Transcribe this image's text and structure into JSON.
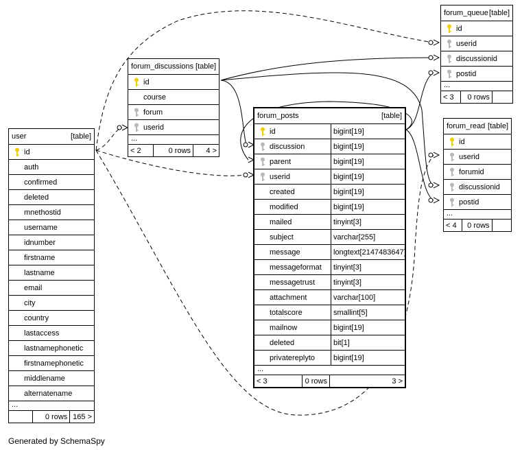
{
  "credit": "Generated by SchemaSpy",
  "tag": "[table]",
  "ellipsis": "...",
  "colors": {
    "primary_key": "#f0d000",
    "foreign_key": "#b8b8b8",
    "line": "#000000"
  },
  "tables": {
    "user": {
      "name": "user",
      "columns": [
        {
          "name": "id",
          "key": "pk"
        },
        {
          "name": "auth",
          "key": ""
        },
        {
          "name": "confirmed",
          "key": ""
        },
        {
          "name": "deleted",
          "key": ""
        },
        {
          "name": "mnethostid",
          "key": ""
        },
        {
          "name": "username",
          "key": ""
        },
        {
          "name": "idnumber",
          "key": ""
        },
        {
          "name": "firstname",
          "key": ""
        },
        {
          "name": "lastname",
          "key": ""
        },
        {
          "name": "email",
          "key": ""
        },
        {
          "name": "city",
          "key": ""
        },
        {
          "name": "country",
          "key": ""
        },
        {
          "name": "lastaccess",
          "key": ""
        },
        {
          "name": "lastnamephonetic",
          "key": ""
        },
        {
          "name": "firstnamephonetic",
          "key": ""
        },
        {
          "name": "middlename",
          "key": ""
        },
        {
          "name": "alternatename",
          "key": ""
        }
      ],
      "footer": [
        "",
        "0 rows",
        "165 >"
      ]
    },
    "forum_discussions": {
      "name": "forum_discussions",
      "columns": [
        {
          "name": "id",
          "key": "pk"
        },
        {
          "name": "course",
          "key": ""
        },
        {
          "name": "forum",
          "key": "fk"
        },
        {
          "name": "userid",
          "key": "fk"
        }
      ],
      "footer": [
        "< 2",
        "0 rows",
        "4 >"
      ]
    },
    "forum_posts": {
      "name": "forum_posts",
      "columns": [
        {
          "name": "id",
          "type": "bigint[19]",
          "key": "pk"
        },
        {
          "name": "discussion",
          "type": "bigint[19]",
          "key": "fk"
        },
        {
          "name": "parent",
          "type": "bigint[19]",
          "key": "fk"
        },
        {
          "name": "userid",
          "type": "bigint[19]",
          "key": "fk"
        },
        {
          "name": "created",
          "type": "bigint[19]",
          "key": ""
        },
        {
          "name": "modified",
          "type": "bigint[19]",
          "key": ""
        },
        {
          "name": "mailed",
          "type": "tinyint[3]",
          "key": ""
        },
        {
          "name": "subject",
          "type": "varchar[255]",
          "key": ""
        },
        {
          "name": "message",
          "type": "longtext[2147483647]",
          "key": ""
        },
        {
          "name": "messageformat",
          "type": "tinyint[3]",
          "key": ""
        },
        {
          "name": "messagetrust",
          "type": "tinyint[3]",
          "key": ""
        },
        {
          "name": "attachment",
          "type": "varchar[100]",
          "key": ""
        },
        {
          "name": "totalscore",
          "type": "smallint[5]",
          "key": ""
        },
        {
          "name": "mailnow",
          "type": "bigint[19]",
          "key": ""
        },
        {
          "name": "deleted",
          "type": "bit[1]",
          "key": ""
        },
        {
          "name": "privatereplyto",
          "type": "bigint[19]",
          "key": ""
        }
      ],
      "footer": [
        "< 3",
        "0 rows",
        "3 >"
      ]
    },
    "forum_queue": {
      "name": "forum_queue",
      "columns": [
        {
          "name": "id",
          "key": "pk"
        },
        {
          "name": "userid",
          "key": "fk"
        },
        {
          "name": "discussionid",
          "key": "fk"
        },
        {
          "name": "postid",
          "key": "fk"
        }
      ],
      "footer": [
        "< 3",
        "0 rows",
        ""
      ]
    },
    "forum_read": {
      "name": "forum_read",
      "columns": [
        {
          "name": "id",
          "key": "pk"
        },
        {
          "name": "userid",
          "key": "fk"
        },
        {
          "name": "forumid",
          "key": "fk"
        },
        {
          "name": "discussionid",
          "key": "fk"
        },
        {
          "name": "postid",
          "key": "fk"
        }
      ],
      "footer": [
        "< 4",
        "0 rows",
        ""
      ]
    }
  }
}
